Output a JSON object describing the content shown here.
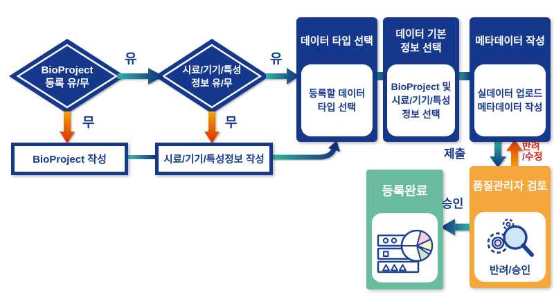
{
  "flow": {
    "decisions": [
      {
        "line1": "BioProject",
        "line2": "등록 유/무"
      },
      {
        "line1": "시료/기기/특성",
        "line2": "정보 유/무"
      }
    ],
    "edge_labels": {
      "yes1": "유",
      "yes2": "유",
      "no1": "무",
      "no2": "무",
      "submit": "제출",
      "reject_line1": "반려",
      "reject_line2": "/수정",
      "approve": "승인"
    },
    "processes": [
      {
        "label": "BioProject 작성"
      },
      {
        "label": "시료/기기/특성정보 작성"
      }
    ],
    "steps": [
      {
        "title": "데이터 타입 선택",
        "body1": "등록할 데이터",
        "body2": "타입 선택"
      },
      {
        "title1": "데이터 기본",
        "title2": "정보 선택",
        "body1": "BioProject 및",
        "body2": "시료/기기/특성",
        "body3": "정보 선택"
      },
      {
        "title": "메타데이터 작성",
        "body1": "실데이터 업로드",
        "body2": "메타데이터 작성"
      }
    ],
    "qc_review": {
      "title": "품질관리자 검토",
      "result_label": "반려/승인"
    },
    "completion": {
      "title": "등록완료"
    }
  },
  "palette": {
    "navy": "#15388c",
    "teal": "#2fb3a6",
    "arrow_orange": "#f6a200",
    "arrow_red": "#d92c00",
    "box_orange": "#f5a73b",
    "box_green": "#68bb9e",
    "label_red": "#e1251b",
    "lens_blue": "#cde7f8",
    "gear_pink": "#f2c4dc",
    "pie_pink": "#f6cfe0",
    "pie_yellow": "#f9f7c9",
    "pie_green": "#cfe6c4"
  }
}
